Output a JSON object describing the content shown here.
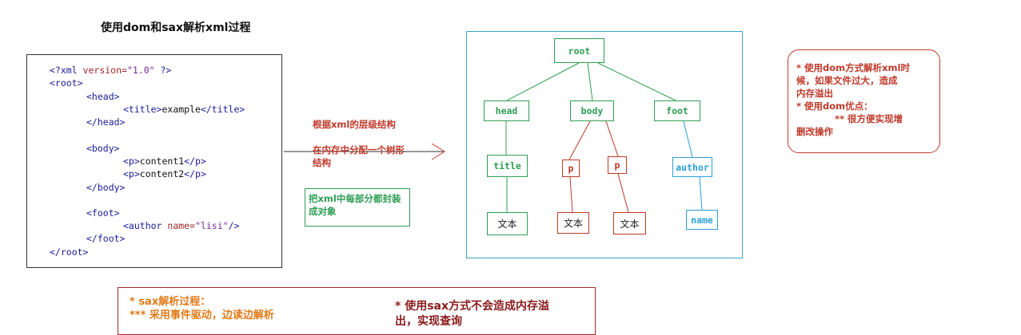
{
  "title": "使用dom和sax解析xml过程",
  "code": {
    "decl": {
      "open": "<?xml ",
      "attr": "version=",
      "val": "\"1.0\"",
      "close": " ?>"
    },
    "root_open": "<root>",
    "head_open": "<head>",
    "title_open": "<title>",
    "title_text": "example",
    "title_close": "</title>",
    "head_close": "</head>",
    "body_open": "<body>",
    "p_open": "<p>",
    "p1_text": "content1",
    "p2_text": "content2",
    "p_close": "</p>",
    "body_close": "</body>",
    "foot_open": "<foot>",
    "author_open": "<author ",
    "name_attr": "name=",
    "name_val": "\"lisi\"",
    "author_close": "/>",
    "foot_close": "</foot>",
    "root_close": "</root>"
  },
  "notes": {
    "red_line1": "根据xml的层级结构",
    "red_line2": "在内存中分配一个树形",
    "red_line3": "结构",
    "green_line1": "把xml中每部分都封装",
    "green_line2": "成对象"
  },
  "tree": {
    "root": "root",
    "head": "head",
    "body": "body",
    "foot": "foot",
    "title": "title",
    "p1": "p",
    "p2": "p",
    "author": "author",
    "text1": "文本",
    "text2": "文本",
    "text3": "文本",
    "name": "name"
  },
  "right_note": {
    "line1": "* 使用dom方式解析xml时",
    "line2": "候，如果文件过大，造成",
    "line3": "内存溢出",
    "line4": "* 使用dom优点：",
    "line5": "** 很方便实现增",
    "line6": "删改操作"
  },
  "bottom": {
    "line1": "* sax解析过程：",
    "line2": "*** 采用事件驱动，边读边解析",
    "right1": "* 使用sax方式不会造成内存溢",
    "right2": "出，实现查询"
  },
  "colors": {
    "green": "#2e9e54",
    "red": "#c0392b",
    "blue": "#2a9fd6",
    "frame": "#3aa6c4"
  }
}
